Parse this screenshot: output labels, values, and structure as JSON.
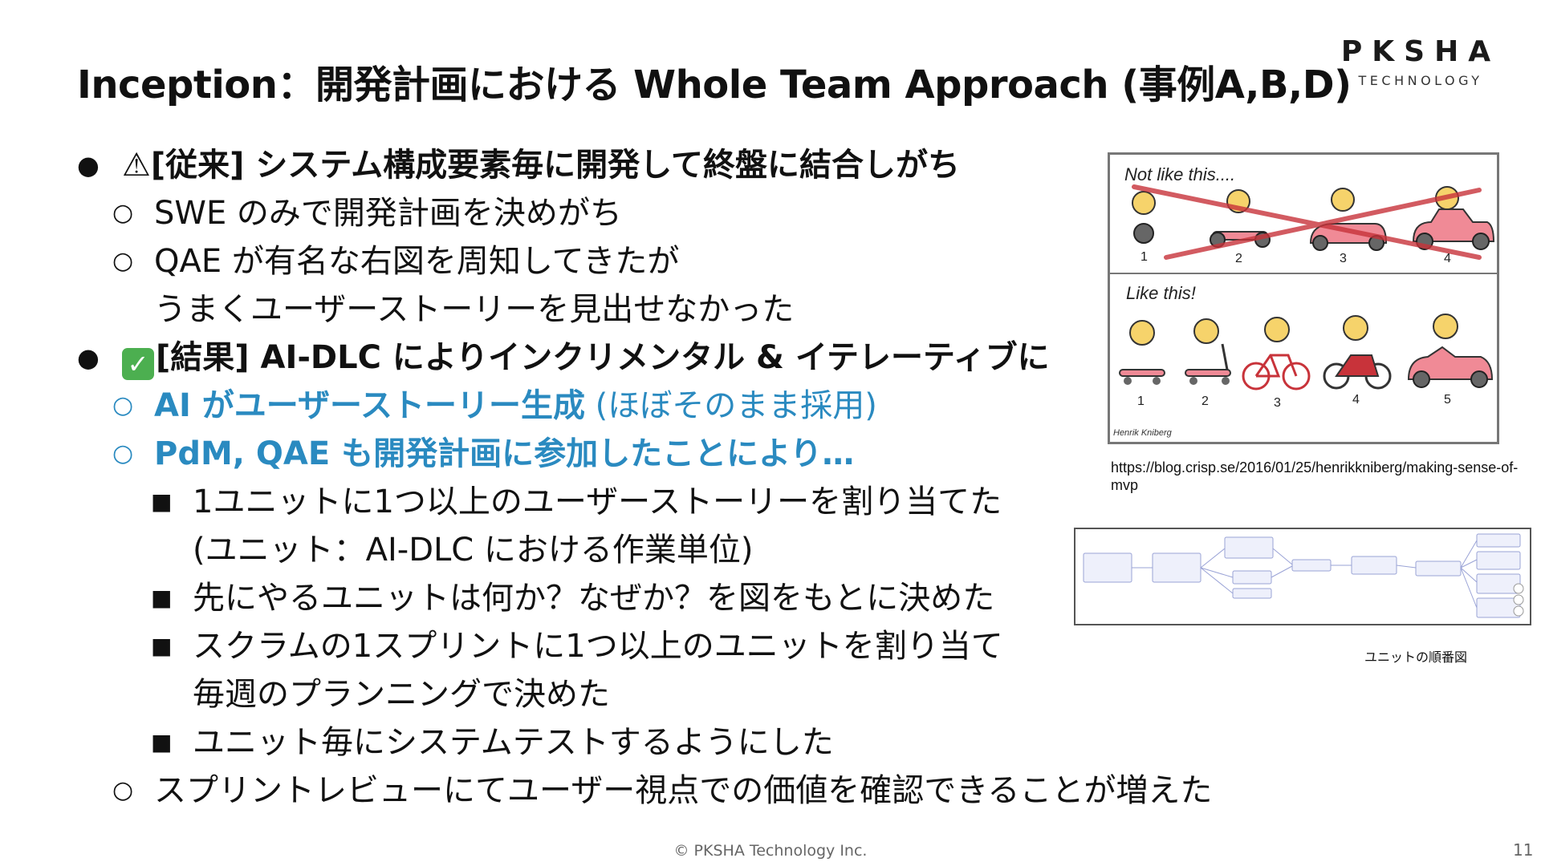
{
  "title": "Inception：開発計画における Whole Team Approach (事例A,B,D)",
  "logo": {
    "main": "PKSHA",
    "sub": "TECHNOLOGY"
  },
  "bullets": {
    "b1": {
      "icon": "⚠",
      "text": "[従来] システム構成要素毎に開発して終盤に結合しがち"
    },
    "b1_1": "SWE のみで開発計画を決めがち",
    "b1_2_line1": "QAE が有名な右図を周知してきたが",
    "b1_2_line2": "うまくユーザーストーリーを見出せなかった",
    "b2": {
      "icon": "✓",
      "text": "[結果] AI-DLC によりインクリメンタル & イテレーティブに"
    },
    "b2_1": {
      "strong": "AI がユーザーストーリー生成",
      "normal": " (ほぼそのまま採用)"
    },
    "b2_2": "PdM, QAE も開発計画に参加したことにより…",
    "b2_2_1_line1": "1ユニットに1つ以上のユーザーストーリーを割り当てた",
    "b2_2_1_line2": "(ユニット：AI-DLC における作業単位)",
    "b2_2_2": "先にやるユニットは何か？なぜか？を図をもとに決めた",
    "b2_2_3_line1": "スクラムの1スプリントに1つ以上のユニットを割り当て",
    "b2_2_3_line2": "毎週のプランニングで決めた",
    "b2_2_4": "ユニット毎にシステムテストするようにした",
    "b2_3": "スプリントレビューにてユーザー視点での価値を確認できることが増えた"
  },
  "bullet_glyphs": {
    "l1": "●",
    "l2": "○",
    "l3": "■"
  },
  "figure1": {
    "top_label": "Not like this....",
    "bottom_label": "Like this!",
    "author": "Henrik Kniberg",
    "top_numbers": [
      "1",
      "2",
      "3",
      "4"
    ],
    "bottom_numbers": [
      "1",
      "2",
      "3",
      "4",
      "5"
    ]
  },
  "figure1_url": "https://blog.crisp.se/2016/01/25/henrikkniberg/making-sense-of-mvp",
  "figure2_caption": "ユニットの順番図",
  "footer": "© PKSHA Technology Inc.",
  "page_number": "11",
  "colors": {
    "accent_blue": "#2a8ac0",
    "cross_red": "#c8333a",
    "car_pink": "#f08a96"
  }
}
